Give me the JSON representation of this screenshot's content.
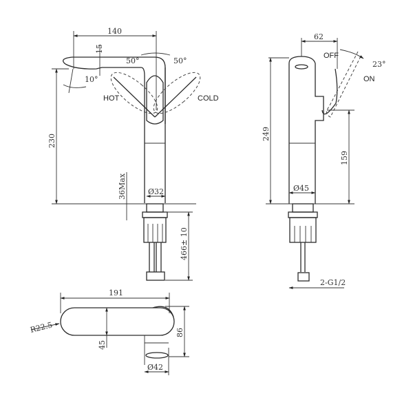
{
  "drawing": {
    "front_view": {
      "spout_reach": "140",
      "spout_height": "15",
      "spout_tilt": "10°",
      "handle_angle_left": "50°",
      "handle_angle_right": "50°",
      "label_hot": "HOT",
      "label_cold": "COLD",
      "outlet_height": "230",
      "max_deck_thickness": "36Max",
      "base_diameter": "Ø32",
      "hose_length": "466± 10"
    },
    "side_view": {
      "handle_offset": "62",
      "label_off": "OFF",
      "label_on": "ON",
      "lever_angle": "23°",
      "total_height": "249",
      "lever_height": "159",
      "body_diameter": "Ø45",
      "connection": "2-G1/2"
    },
    "top_view": {
      "spout_length": "191",
      "end_radius": "R22.5",
      "spout_width": "45",
      "total_depth": "86",
      "body_diameter": "Ø42"
    }
  }
}
